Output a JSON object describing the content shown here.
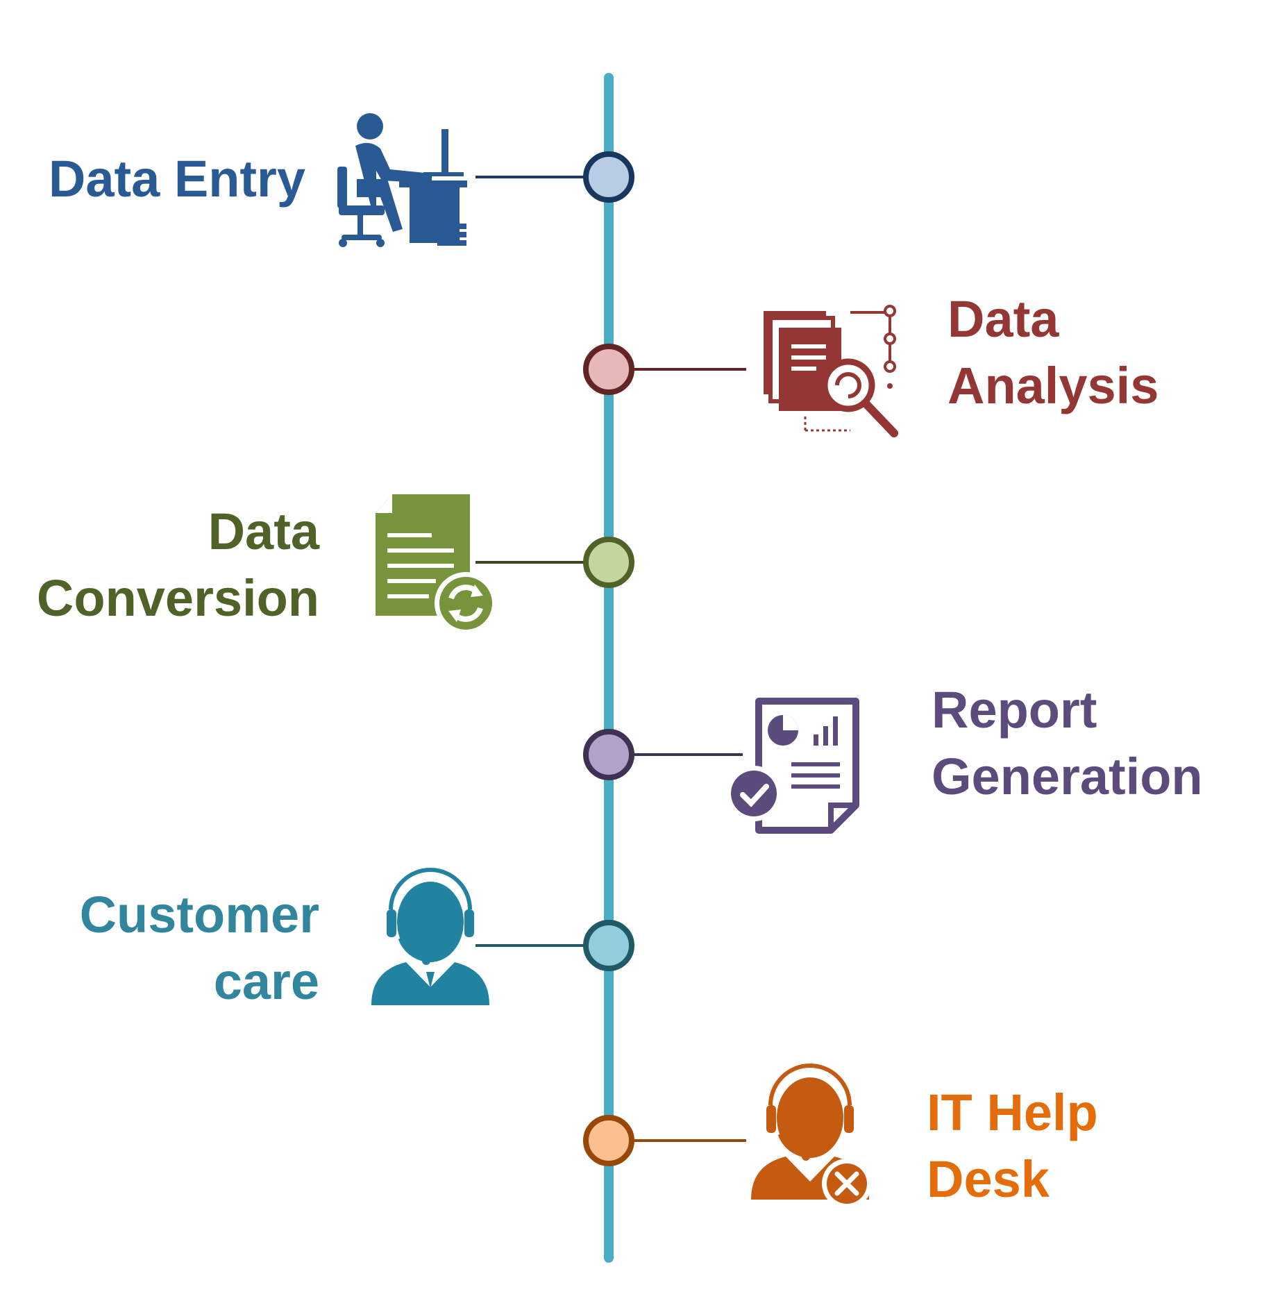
{
  "diagram": {
    "spine_color": "#4BACC6",
    "items": [
      {
        "id": "data-entry",
        "lines": [
          "Data Entry"
        ],
        "color": "#2A5A93",
        "node_fill": "#B8CCE4",
        "icon": "desk-worker-icon"
      },
      {
        "id": "data-analysis",
        "lines": [
          "Data",
          "Analysis"
        ],
        "color": "#933634",
        "node_fill": "#E6B9B8",
        "icon": "document-search-icon"
      },
      {
        "id": "data-conversion",
        "lines": [
          "Data",
          "Conversion"
        ],
        "color": "#4F6228",
        "node_fill": "#C3D69B",
        "icon": "document-refresh-icon"
      },
      {
        "id": "report-generation",
        "lines": [
          "Report",
          "Generation"
        ],
        "color": "#5C4B7D",
        "node_fill": "#B3A2C7",
        "icon": "report-check-icon"
      },
      {
        "id": "customer-care",
        "lines": [
          "Customer",
          "care"
        ],
        "color": "#31859C",
        "node_fill": "#93CDDD",
        "icon": "headset-agent-icon"
      },
      {
        "id": "it-help-desk",
        "lines": [
          "IT Help",
          "Desk"
        ],
        "color": "#E46C0A",
        "node_fill": "#FAC090",
        "icon": "support-agent-tools-icon"
      }
    ]
  }
}
